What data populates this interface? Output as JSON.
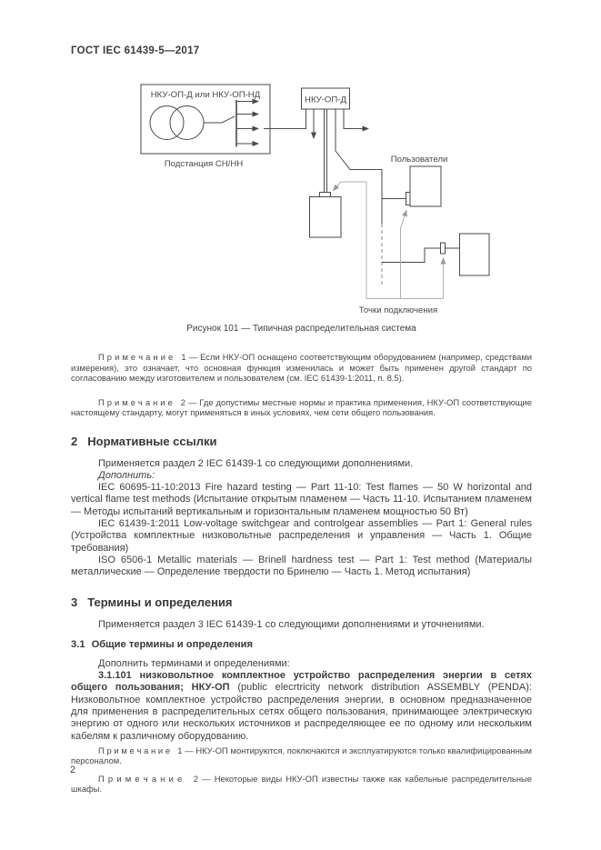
{
  "header": {
    "title": "ГОСТ IEC 61439-5—2017"
  },
  "figure": {
    "substation_label": "НКУ-ОП-Д или НКУ-ОП-НД",
    "substation_caption": "Подстанция СН/НН",
    "assembly_label": "НКУ-ОП-Д",
    "users_label": "Пользователи",
    "connection_points_label": "Точки подключения",
    "caption": "Рисунок 101 — Типичная распределительная система"
  },
  "figure_notes": {
    "note1": "П р и м е ч а н и е   1 — Если НКУ-ОП оснащено соответствующим оборудованием (например, средствами измерения), это означает, что основная функция изменилась и может быть применен другой стандарт по согласованию между изготовителем и пользователем (см. IEC 61439-1:2011, п. 8.5).",
    "note2": "П р и м е ч а н и е   2 — Где допустимы местные нормы и практика применения, НКУ-ОП соответствующие настоящему стандарту, могут применяться в иных условиях, чем сети общего пользования."
  },
  "section2": {
    "number": "2",
    "title": "Нормативные ссылки",
    "intro": "Применяется раздел 2 IEC 61439-1 со следующими дополнениями.",
    "amend": "Дополнить:",
    "refs": [
      "IEC 60695-11-10:2013 Fire hazard testing — Part 11-10: Test flames — 50 W horizontal and vertical flame test methods (Испытание открытым пламенем — Часть 11-10. Испытанием пламенем — Методы испытаний вертикальным и горизонтальным пламенем мощностью 50 Вт)",
      "IEC 61439-1:2011 Low-voltage switchgear and controlgear assemblies — Part 1: General rules (Устройства комплектные низковольтные распределения и управления — Часть 1. Общие требования)",
      "ISO 6506-1 Metallic materials — Brinell hardness test — Part 1: Test method (Материалы металлические — Определение твердости по Бринелю — Часть 1. Метод испытания)"
    ]
  },
  "section3": {
    "number": "3",
    "title": "Термины и определения",
    "intro": "Применяется раздел 3 IEC 61439-1 со следующими дополнениями и уточнениями.",
    "sub_number": "3.1",
    "sub_title": "Общие термины и определения",
    "amend": "Дополнить терминами и определениями:",
    "term_number": "3.1.101 ",
    "term_bold": "низковольтное комплектное устройство распределения энергии в сетях общего пользования; НКУ-ОП",
    "term_text": " (public elecrtricity network distribution ASSEMBLY (PENDA): Низковольтное комплектное устройство распределения энергии, в основном предназначенное для применения в распределительных сетях общего пользования, принимающее электрическую энергию от одного или нескольких источников и распределяющее ее по одному или нескольким кабелям к различному оборудованию.",
    "note1": "П р и м е ч а н и е   1 — НКУ-ОП монтируются, поключаются и эксплуатируются только квалифицированным персоналом.",
    "note2": "П р и м е ч а н и е   2 — Некоторые виды НКУ-ОП известны также как кабельные распределительные шкафы."
  },
  "footer": {
    "page_number": "2"
  }
}
